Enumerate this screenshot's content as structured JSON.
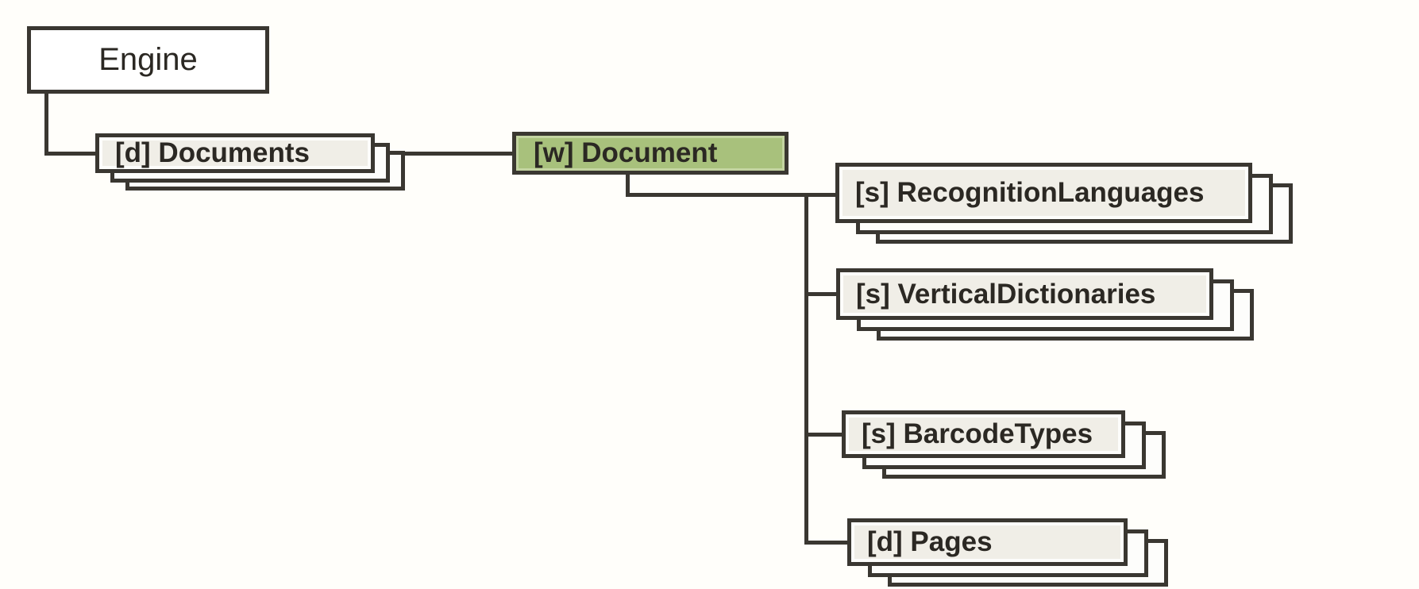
{
  "diagram": {
    "colors": {
      "background": "#fffefa",
      "line": "#3a3731",
      "box_fill": "#f0eee7",
      "box_inner_stroke": "#fdfdfb",
      "highlight_fill": "#a8c17c",
      "highlight_inner_stroke": "#c3d4a1",
      "text": "#2b2823"
    },
    "nodes": {
      "engine": {
        "label": "Engine",
        "shape": "single-box"
      },
      "documents": {
        "label": "[d] Documents",
        "shape": "stacked-collection"
      },
      "document": {
        "label": "[w] Document",
        "shape": "single-box-highlighted"
      },
      "recognition_languages": {
        "label": "[s] RecognitionLanguages",
        "shape": "stacked-collection"
      },
      "vertical_dictionaries": {
        "label": "[s] VerticalDictionaries",
        "shape": "stacked-collection"
      },
      "barcode_types": {
        "label": "[s] BarcodeTypes",
        "shape": "stacked-collection"
      },
      "pages": {
        "label": "[d] Pages",
        "shape": "stacked-collection"
      }
    },
    "edges": [
      {
        "from": "engine",
        "to": "documents"
      },
      {
        "from": "documents",
        "to": "document"
      },
      {
        "from": "document",
        "to": "recognition_languages"
      },
      {
        "from": "document",
        "to": "vertical_dictionaries"
      },
      {
        "from": "document",
        "to": "barcode_types"
      },
      {
        "from": "document",
        "to": "pages"
      }
    ]
  }
}
